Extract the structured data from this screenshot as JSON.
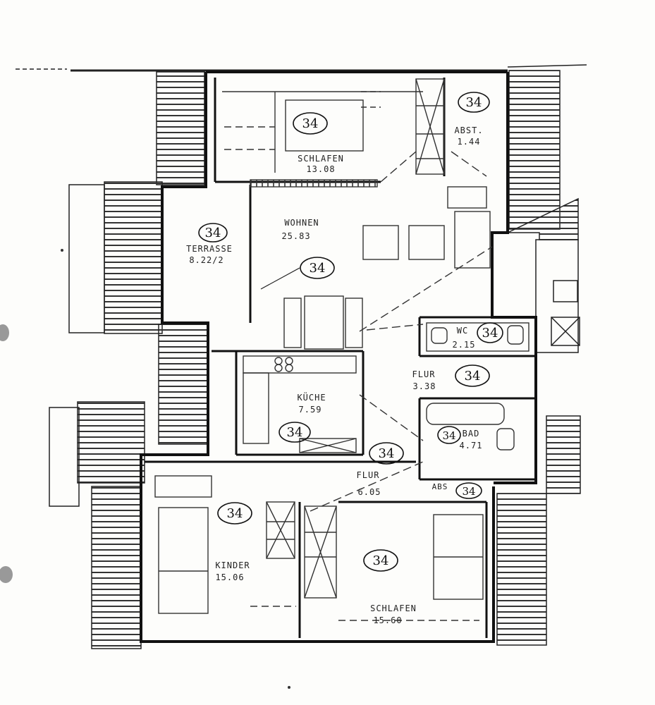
{
  "rooms": {
    "schlafen_top": {
      "name": "SCHLAFEN",
      "area": "13.08",
      "marker": "34"
    },
    "abst_top": {
      "name": "ABST.",
      "area": "1.44",
      "marker": "34"
    },
    "wohnen": {
      "name": "WOHNEN",
      "area": "25.83",
      "marker": "34"
    },
    "terrasse": {
      "name": "TERRASSE",
      "area": "8.22/2",
      "marker": "34"
    },
    "wc": {
      "name": "WC",
      "area": "2.15",
      "marker": "34"
    },
    "flur_upper": {
      "name": "FLUR",
      "area": "3.38",
      "marker": "34"
    },
    "kueche": {
      "name": "KÜCHE",
      "area": "7.59",
      "marker": "34"
    },
    "bad": {
      "name": "BAD",
      "area": "4.71",
      "marker": "34"
    },
    "flur_lower": {
      "name": "FLUR",
      "area": "6.05",
      "marker": "34"
    },
    "abs_small": {
      "name": "ABS",
      "marker": "34"
    },
    "kinder": {
      "name": "KINDER",
      "area": "15.06",
      "marker": "34"
    },
    "schlafen_bottom": {
      "name": "SCHLAFEN",
      "area": "15.60",
      "marker": "34"
    }
  },
  "colors": {
    "ink": "#1a1a1a",
    "paper": "#fdfdfb"
  }
}
